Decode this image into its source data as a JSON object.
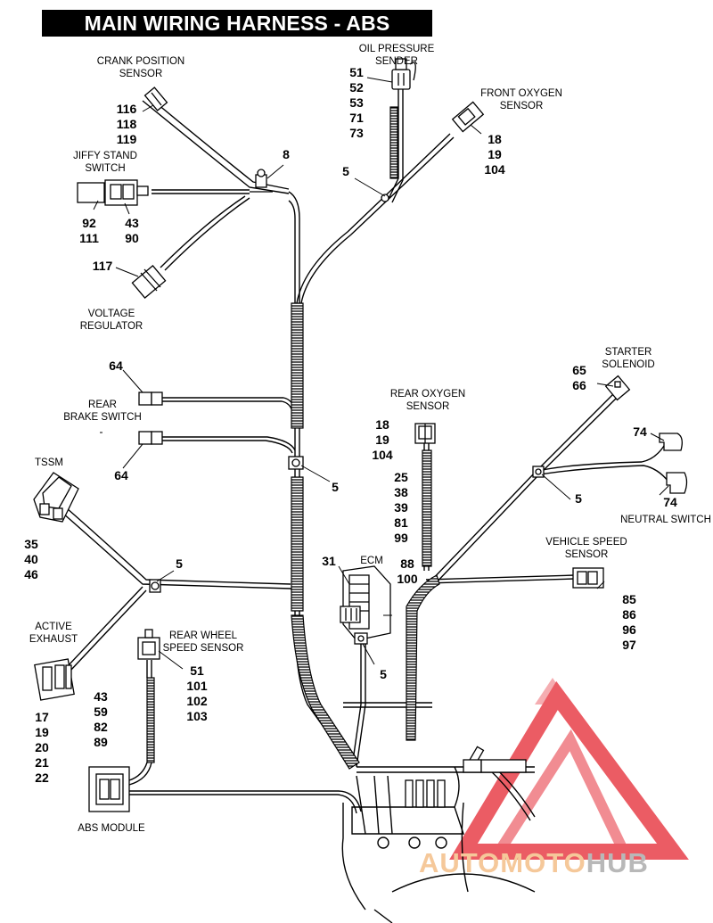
{
  "title": "MAIN WIRING HARNESS - ABS BRAKES",
  "labels": {
    "crank_position_sensor": [
      "CRANK POSITION",
      "SENSOR"
    ],
    "oil_pressure_sender": [
      "OIL PRESSURE",
      "SENDER"
    ],
    "front_oxygen_sensor": [
      "FRONT OXYGEN",
      "SENSOR"
    ],
    "jiffy_stand_switch": [
      "JIFFY STAND",
      "SWITCH"
    ],
    "voltage_regulator": [
      "VOLTAGE",
      "REGULATOR"
    ],
    "rear_brake_switch": [
      "REAR",
      "BRAKE SWITCH"
    ],
    "rear_oxygen_sensor": [
      "REAR OXYGEN",
      "SENSOR"
    ],
    "starter_solenoid": [
      "STARTER",
      "SOLENOID"
    ],
    "tssm": [
      "TSSM"
    ],
    "neutral_switch": [
      "NEUTRAL SWITCH"
    ],
    "ecm": [
      "ECM"
    ],
    "vehicle_speed_sensor": [
      "VEHICLE SPEED",
      "SENSOR"
    ],
    "active_exhaust": [
      "ACTIVE",
      "EXHAUST"
    ],
    "rear_wheel_speed_sensor": [
      "REAR WHEEL",
      "SPEED SENSOR"
    ],
    "abs_module": [
      "ABS MODULE"
    ]
  },
  "callouts": {
    "crank": [
      "116",
      "118",
      "119"
    ],
    "oil": [
      "51",
      "52",
      "53",
      "71",
      "73"
    ],
    "front_o2": [
      "18",
      "19",
      "104"
    ],
    "clip_top": [
      "8"
    ],
    "clip_front": [
      "5"
    ],
    "jiffy_left": [
      "92",
      "111"
    ],
    "jiffy_right": [
      "43",
      "90"
    ],
    "voltage": [
      "117"
    ],
    "brake_top": [
      "64"
    ],
    "brake_bottom": [
      "64"
    ],
    "clip_mid": [
      "5"
    ],
    "rear_o2": [
      "18",
      "19",
      "104"
    ],
    "rear_o2_wires": [
      "25",
      "38",
      "39",
      "81",
      "99"
    ],
    "starter": [
      "65",
      "66"
    ],
    "neutral_top": [
      "74"
    ],
    "neutral_bottom": [
      "74"
    ],
    "clip_right": [
      "5"
    ],
    "tssm": [
      "35",
      "40",
      "46"
    ],
    "clip_left": [
      "5"
    ],
    "ecm_left": [
      "31"
    ],
    "ecm_right": [
      "88",
      "100"
    ],
    "vss": [
      "85",
      "86",
      "96",
      "97"
    ],
    "clip_ecm": [
      "5"
    ],
    "active_exhaust": [
      "17",
      "19",
      "20",
      "21",
      "22"
    ],
    "rear_wheel": [
      "51",
      "101",
      "102",
      "103"
    ],
    "abs": [
      "43",
      "59",
      "82",
      "89"
    ]
  },
  "watermark": {
    "part1": "AUTOMOTO",
    "part2": "HUB"
  },
  "colors": {
    "ink": "#000000",
    "watermark_red": "#e8404a",
    "watermark_orange": "#f5c89a",
    "watermark_gray": "#b8b8b8"
  }
}
